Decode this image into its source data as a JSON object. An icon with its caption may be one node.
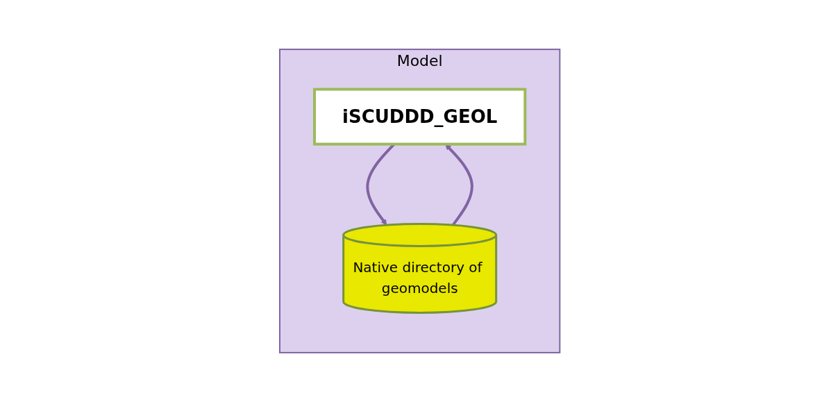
{
  "diagram": {
    "nodes": [
      {
        "text": [
          "Model"
        ]
      },
      {
        "text": [
          "iSCUDDD_GEOL"
        ],
        "in": 0
      },
      {
        "text": [
          "Native directory of geomodels"
        ],
        "in": 0
      }
    ],
    "edges": [
      {
        "from": 1,
        "to": 2,
        "arrow": "to"
      },
      {
        "from": 2,
        "to": 1,
        "arrow": "to"
      }
    ]
  }
}
